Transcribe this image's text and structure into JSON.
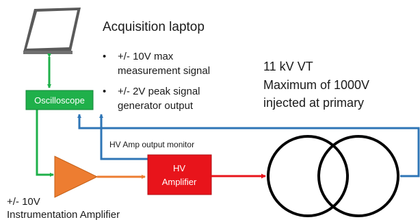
{
  "laptop": {
    "title": "Acquisition laptop",
    "bullet_symbol": "•",
    "bullets": [
      {
        "line1": "+/- 10V max",
        "line2": "measurement signal"
      },
      {
        "line1": "+/- 2V peak signal",
        "line2": "generator output"
      }
    ]
  },
  "oscilloscope": {
    "label": "Oscilloscope"
  },
  "monitor": {
    "label": "HV Amp output monitor"
  },
  "hv_amplifier": {
    "line1": "HV",
    "line2": "Amplifier"
  },
  "instrumentation_amplifier": {
    "line1": "+/- 10V",
    "line2": "Instrumentation Amplifier"
  },
  "vt": {
    "line1": "11 kV VT",
    "line2": "Maximum of 1000V",
    "line3": "injected at primary"
  },
  "colors": {
    "green": "#1fb04a",
    "blue": "#2e75b6",
    "orange": "#ed7d31",
    "red": "#e8141b",
    "black": "#000000"
  }
}
